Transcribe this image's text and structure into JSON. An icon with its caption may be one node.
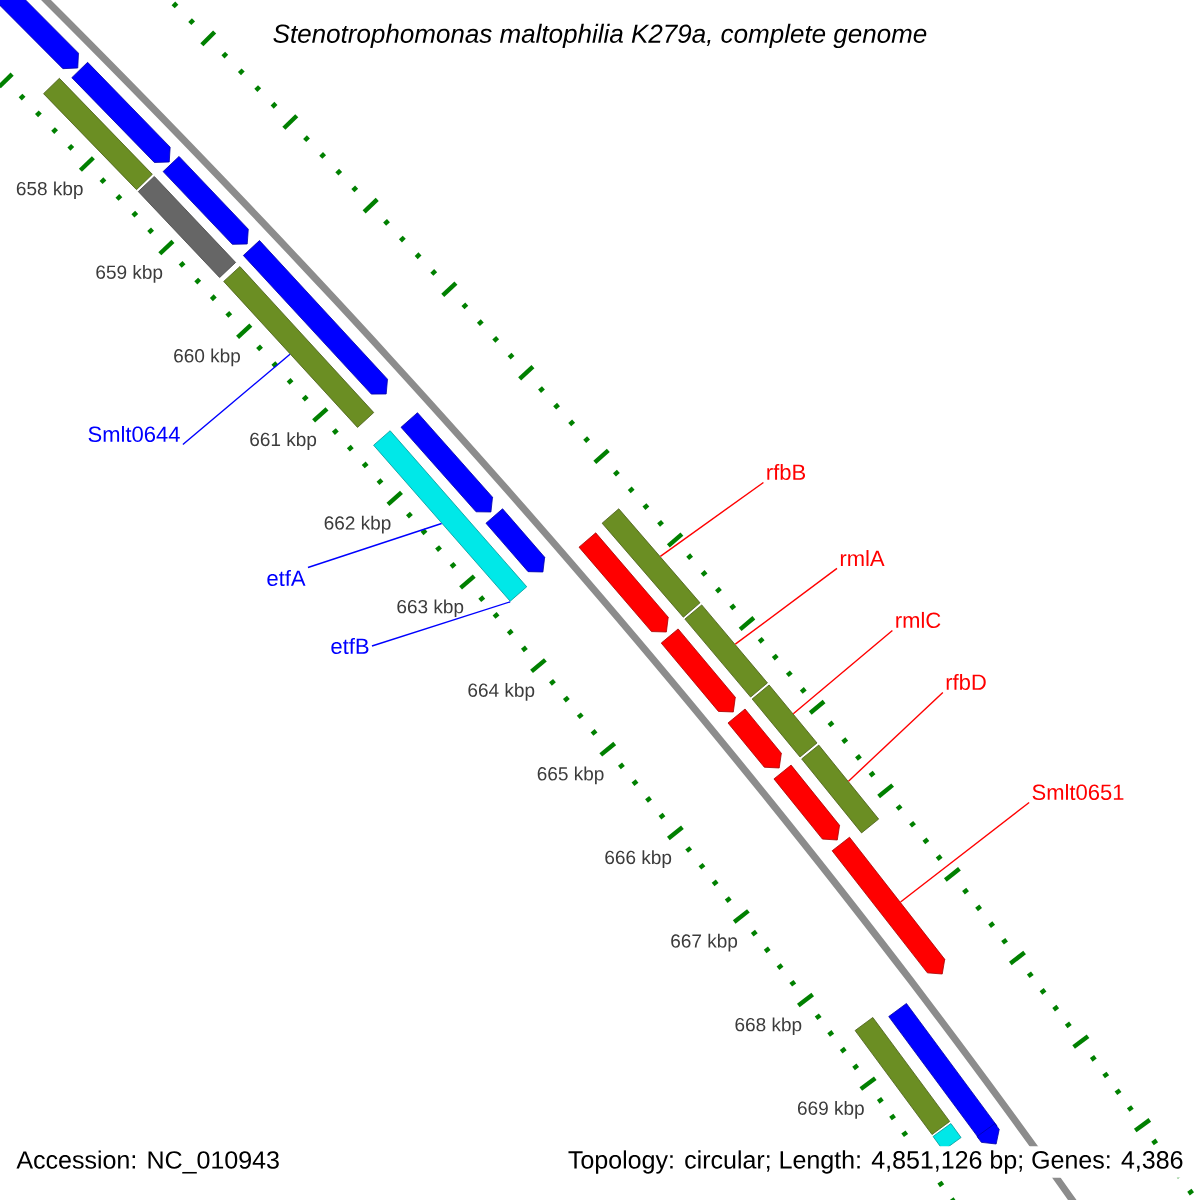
{
  "diagram": {
    "title": "Stenotrophomonas maltophilia K279a, complete genome",
    "nodes": [
      {
        "text": [],
        "shape": "arrow"
      },
      {
        "text": [],
        "shape": "arrow"
      },
      {
        "text": [],
        "shape": "bar"
      },
      {
        "text": [],
        "shape": "bar"
      },
      {
        "text": [],
        "shape": "arrow"
      },
      {
        "text": [],
        "shape": "arrow"
      },
      {
        "text": [],
        "shape": "bar"
      },
      {
        "text": [],
        "shape": "arrow"
      },
      {
        "text": [],
        "shape": "bar"
      },
      {
        "text": [],
        "shape": "arrow"
      },
      {
        "text": [],
        "shape": "bar"
      },
      {
        "text": [],
        "shape": "arrow"
      },
      {
        "text": [],
        "shape": "bar"
      },
      {
        "text": [],
        "shape": "arrow"
      },
      {
        "text": [],
        "shape": "bar"
      },
      {
        "text": [],
        "shape": "arrow"
      },
      {
        "text": [],
        "shape": "bar"
      },
      {
        "text": [],
        "shape": "arrow"
      },
      {
        "text": [],
        "shape": "arrow"
      },
      {
        "text": [],
        "shape": "arrow"
      },
      {
        "text": [],
        "shape": "bar"
      },
      {
        "text": [],
        "shape": "arrow"
      },
      {
        "text": [],
        "shape": "bar"
      },
      {
        "text": [
          "Smlt0644"
        ]
      },
      {
        "text": [
          "etfA"
        ]
      },
      {
        "text": [
          "etfB"
        ]
      },
      {
        "text": [
          "rfbB"
        ]
      },
      {
        "text": [
          "rmlA"
        ]
      },
      {
        "text": [
          "rmlC"
        ]
      },
      {
        "text": [
          "rfbD"
        ]
      },
      {
        "text": [
          "Smlt0651"
        ]
      }
    ],
    "edges": [
      {
        "from": 23,
        "to": 6,
        "arrow": "none",
        "color": "#0000ff"
      },
      {
        "from": 24,
        "to": 8,
        "arrow": "none",
        "color": "#0000ff"
      },
      {
        "from": 25,
        "to": 8,
        "arrow": "none",
        "color": "#0000ff"
      },
      {
        "from": 26,
        "to": 10,
        "arrow": "none"
      },
      {
        "from": 27,
        "to": 12,
        "arrow": "none"
      },
      {
        "from": 28,
        "to": 14,
        "arrow": "none"
      },
      {
        "from": 29,
        "to": 16,
        "arrow": "none"
      },
      {
        "from": 30,
        "to": 18,
        "arrow": "none"
      }
    ],
    "labels": [
      "658 kbp",
      "659 kbp",
      "660 kbp",
      "661 kbp",
      "662 kbp",
      "663 kbp",
      "664 kbp",
      "665 kbp",
      "666 kbp",
      "667 kbp",
      "668 kbp",
      "669 kbp",
      "Accession: NC_010943",
      "Topology: circular; Length: 4,851,126 bp; Genes: 4,386"
    ]
  }
}
